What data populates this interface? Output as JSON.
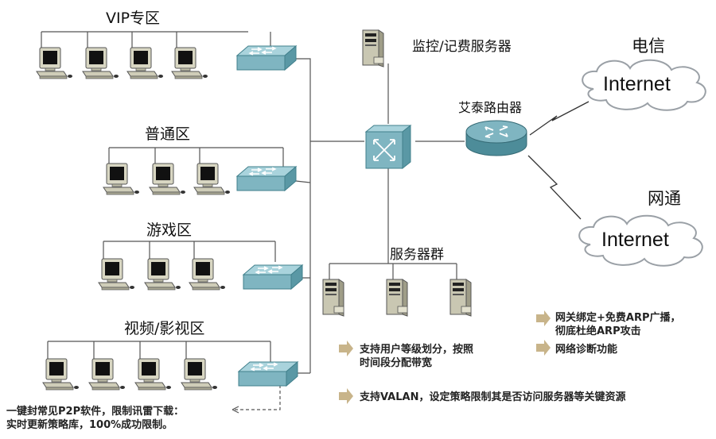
{
  "zones": {
    "vip": "VIP专区",
    "normal": "普通区",
    "game": "游戏区",
    "video": "视频/影视区"
  },
  "server_monitor": "监控/记费服务器",
  "server_group": "服务器群",
  "router": "艾泰路由器",
  "isp1": {
    "name": "电信",
    "cloud": "Internet"
  },
  "isp2": {
    "name": "网通",
    "cloud": "Internet"
  },
  "features": {
    "f1_line1": "支持用户等级划分，按照",
    "f1_line2": "时间段分配带宽",
    "f2_line1": "网关绑定+免费ARP广播，",
    "f2_line2": "彻底杜绝ARP攻击",
    "f3": "网络诊断功能",
    "f4": "支持VALAN，设定策略限制其是否访问服务器等关键资源"
  },
  "p2p_note": {
    "line1": "一键封常见P2P软件，限制讯雷下载：",
    "line2": "实时更新策略库，100%成功限制。"
  },
  "colors": {
    "switch_fill": "#7fb5c1",
    "switch_dark": "#4d8c99",
    "pc_fill": "#cfcdb8",
    "pc_screen": "#111111",
    "router_fill": "#6aa8b5",
    "line": "#555555",
    "cloud_fill": "#ffffff",
    "arrow": "#c8b48a"
  }
}
